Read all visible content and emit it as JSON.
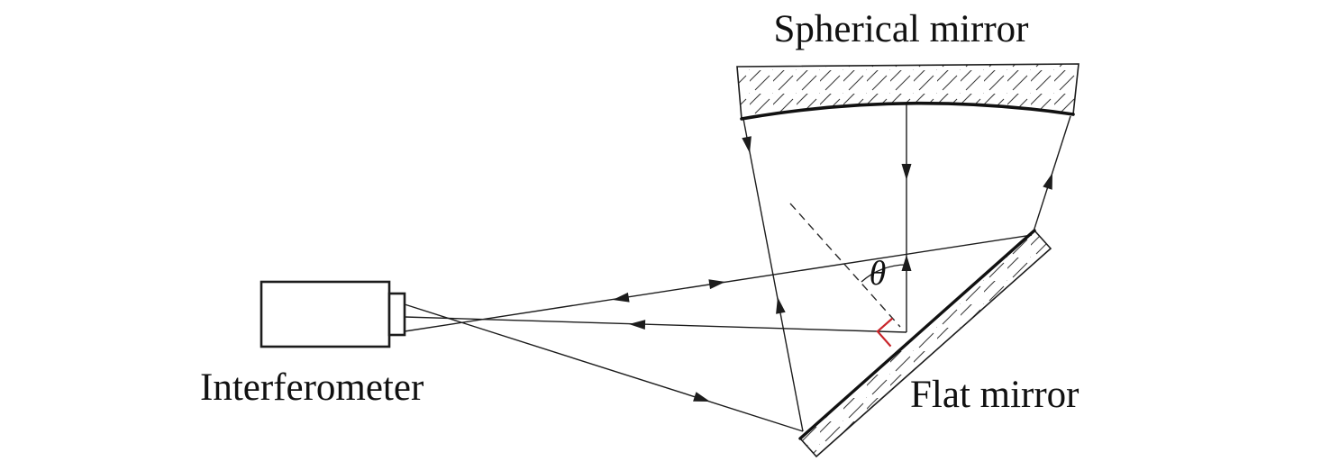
{
  "labels": {
    "spherical_mirror": "Spherical mirror",
    "interferometer": "Interferometer",
    "flat_mirror": "Flat mirror",
    "theta": "θ"
  },
  "colors": {
    "line": "#1c1c1c",
    "right_angle_marker": "#c9252b",
    "background": "#ffffff"
  }
}
